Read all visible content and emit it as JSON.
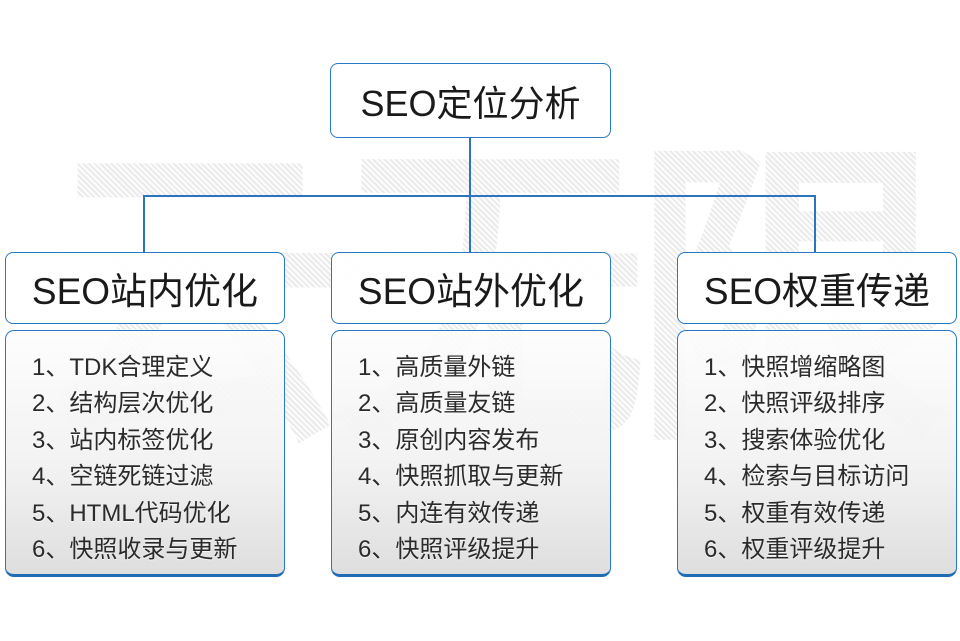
{
  "diagram": {
    "type": "flowchart",
    "watermark": "云无限",
    "root": {
      "title": "SEO定位分析"
    },
    "branches": [
      {
        "title": "SEO站内优化",
        "items": [
          "1、TDK合理定义",
          "2、结构层次优化",
          "3、站内标签优化",
          "4、空链死链过滤",
          "5、HTML代码优化",
          "6、快照收录与更新"
        ]
      },
      {
        "title": "SEO站外优化",
        "items": [
          "1、高质量外链",
          "2、高质量友链",
          "3、原创内容发布",
          "4、快照抓取与更新",
          "5、内连有效传递",
          "6、快照评级提升"
        ]
      },
      {
        "title": "SEO权重传递",
        "items": [
          "1、快照增缩略图",
          "2、快照评级排序",
          "3、搜索体验优化",
          "4、检索与目标访问",
          "5、权重有效传递",
          "6、权重评级提升"
        ]
      }
    ],
    "colors": {
      "connector_blue": "#2a74c0",
      "border_blue": "#2a79c4",
      "panel_bottom_blue": "#1f6bb4",
      "text": "#1a1a1a",
      "watermark_gray": "#ebebeb"
    }
  }
}
